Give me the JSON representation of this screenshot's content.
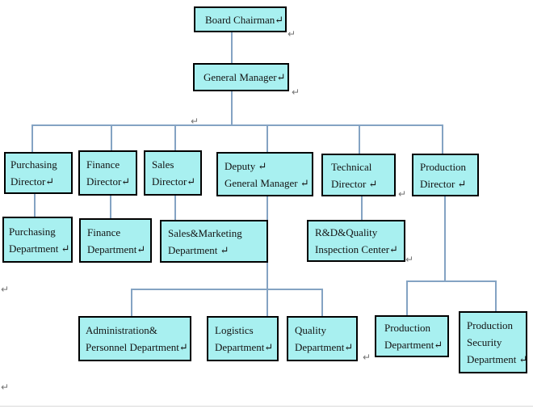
{
  "colors": {
    "box_fill": "#a8f0f0",
    "box_border": "#000000",
    "connector": "#84a3c3",
    "text": "#141414",
    "formatting_mark": "#757575"
  },
  "marks": {
    "paragraph_return": "↵"
  },
  "org_chart": {
    "nodes": {
      "board_chairman": {
        "lines": [
          "Board Chairman↵"
        ]
      },
      "general_manager": {
        "lines": [
          "General Manager↵"
        ]
      },
      "purchasing_director": {
        "lines": [
          "Purchasing",
          "Director↵"
        ]
      },
      "finance_director": {
        "lines": [
          "Finance",
          "Director↵"
        ]
      },
      "sales_director": {
        "lines": [
          "Sales",
          "Director↵"
        ]
      },
      "deputy_general_manager": {
        "lines": [
          "Deputy ↵",
          "General Manager ↵"
        ]
      },
      "technical_director": {
        "lines": [
          "Technical",
          "Director ↵"
        ]
      },
      "production_director": {
        "lines": [
          "Production",
          "Director ↵"
        ]
      },
      "purchasing_department": {
        "lines": [
          "Purchasing",
          "Department ↵"
        ]
      },
      "finance_department": {
        "lines": [
          "Finance",
          "Department↵"
        ]
      },
      "sales_marketing_department": {
        "lines": [
          "Sales&Marketing",
          "Department ↵"
        ]
      },
      "rd_quality_inspection_center": {
        "lines": [
          "R&D&Quality",
          "Inspection Center↵"
        ]
      },
      "admin_personnel_department": {
        "lines": [
          "Administration&",
          "Personnel Department↵"
        ]
      },
      "logistics_department": {
        "lines": [
          "Logistics",
          "Department↵"
        ]
      },
      "quality_department": {
        "lines": [
          "Quality",
          "Department↵"
        ]
      },
      "production_department": {
        "lines": [
          "Production",
          "Department↵"
        ]
      },
      "production_security_department": {
        "lines": [
          "Production",
          "Security",
          "Department ↵"
        ]
      }
    },
    "edges": [
      [
        "board_chairman",
        "general_manager"
      ],
      [
        "general_manager",
        "purchasing_director"
      ],
      [
        "general_manager",
        "finance_director"
      ],
      [
        "general_manager",
        "sales_director"
      ],
      [
        "general_manager",
        "deputy_general_manager"
      ],
      [
        "general_manager",
        "technical_director"
      ],
      [
        "general_manager",
        "production_director"
      ],
      [
        "purchasing_director",
        "purchasing_department"
      ],
      [
        "finance_director",
        "finance_department"
      ],
      [
        "sales_director",
        "sales_marketing_department"
      ],
      [
        "technical_director",
        "rd_quality_inspection_center"
      ],
      [
        "deputy_general_manager",
        "admin_personnel_department"
      ],
      [
        "deputy_general_manager",
        "logistics_department"
      ],
      [
        "deputy_general_manager",
        "quality_department"
      ],
      [
        "production_director",
        "production_department"
      ],
      [
        "production_director",
        "production_security_department"
      ]
    ]
  }
}
